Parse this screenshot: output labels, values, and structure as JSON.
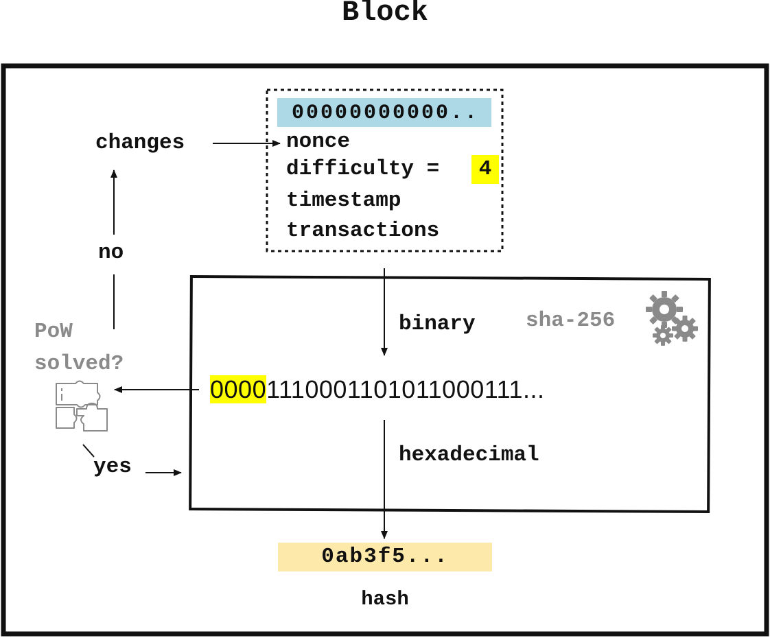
{
  "title": "Block",
  "header_fields": {
    "prev_hash": "00000000000..",
    "nonce": "nonce",
    "difficulty_label": "difficulty =",
    "difficulty_value": "4",
    "timestamp": "timestamp",
    "transactions": "transactions"
  },
  "flow": {
    "changes": "changes",
    "no": "no",
    "pow_line1": "PoW",
    "pow_line2": "solved?",
    "yes": "yes"
  },
  "hashing": {
    "binary_label": "binary",
    "algorithm": "sha-256",
    "binary_prefix": "0000",
    "binary_rest": "1110001101011000111...",
    "hex_label": "hexadecimal"
  },
  "output": {
    "hash_value": "0ab3f5...",
    "hash_label": "hash"
  },
  "colors": {
    "prev_hash_bg": "#add8e6",
    "difficulty_highlight": "#ffff00",
    "prefix_highlight": "#ffff00",
    "hash_bg": "#fde9a9",
    "muted": "#8a8a8a"
  },
  "icons": [
    "gears-icon",
    "puzzle-icon"
  ]
}
